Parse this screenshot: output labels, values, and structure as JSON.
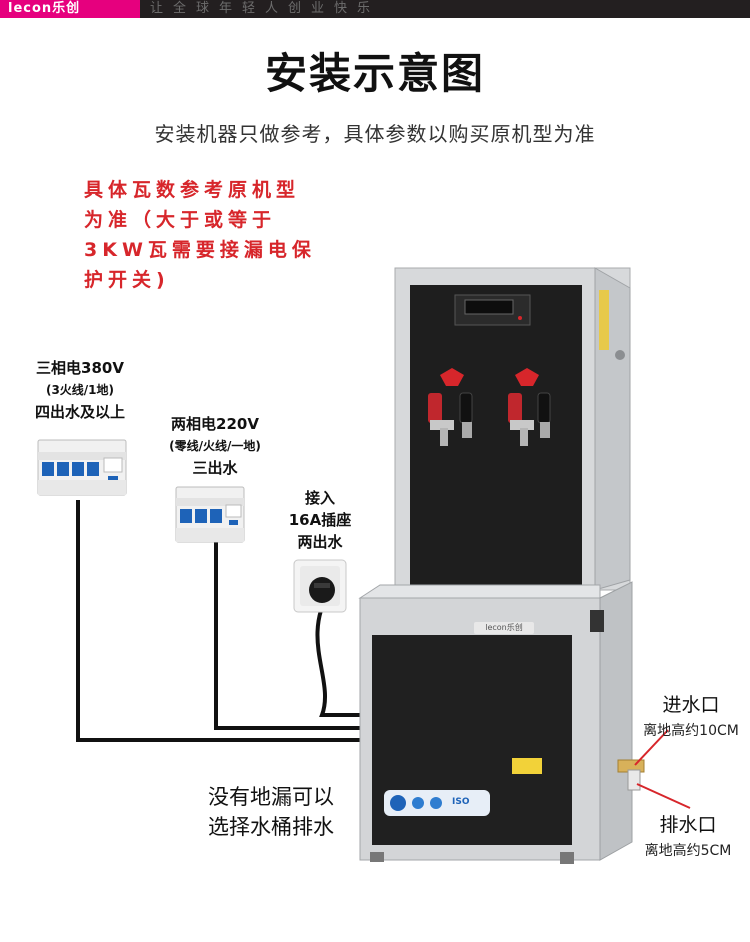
{
  "header": {
    "brand": "lecon乐创",
    "slogan": "让全球年轻人创业快乐"
  },
  "title": "安装示意图",
  "subtitle": "安装机器只做参考，具体参数以购买原机型为准",
  "power_note": {
    "lines": [
      "具体瓦数参考原机型",
      "为准（大于或等于",
      "3KW瓦需要接漏电保",
      "护开关)"
    ]
  },
  "three_phase": {
    "title": "三相电380V",
    "detail": "(3火线/1地)",
    "outlets": "四出水及以上"
  },
  "two_phase": {
    "title": "两相电220V",
    "detail": "(零线/火线/一地)",
    "outlets": "三出水"
  },
  "socket": {
    "line1": "接入",
    "line2": "16A插座",
    "line3": "两出水"
  },
  "water_inlet": {
    "label": "进水口",
    "height": "离地高约10CM"
  },
  "water_outlet": {
    "label": "排水口",
    "height": "离地高约5CM"
  },
  "floor_drain_note": {
    "line1": "没有地漏可以",
    "line2": "选择水桶排水"
  },
  "machine": {
    "brand_plate": "lecon乐创",
    "badge": "ISO"
  },
  "colors": {
    "accent_red": "#d7262b",
    "brand_pink": "#e6007e",
    "panel_black": "#1e1e1e",
    "steel": "#d2d4d6"
  }
}
